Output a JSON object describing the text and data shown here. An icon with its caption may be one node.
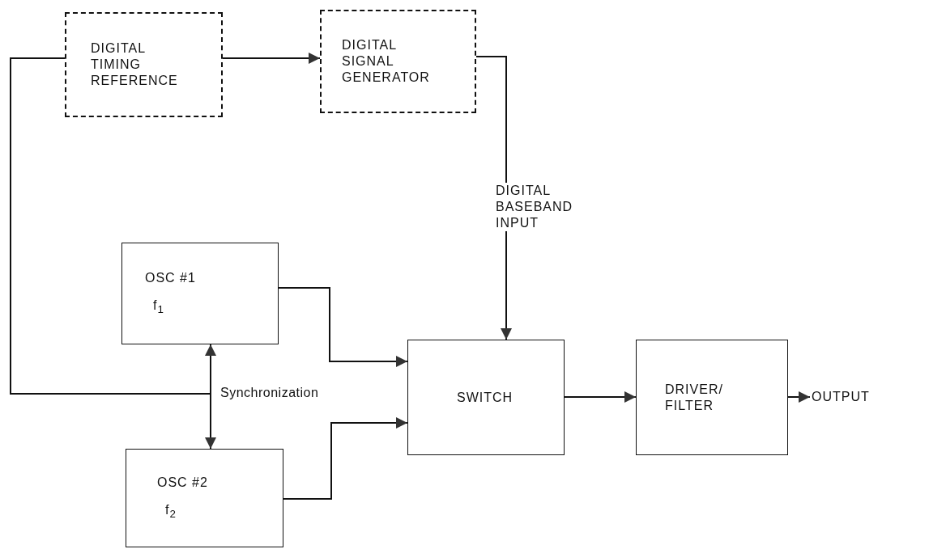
{
  "diagram": {
    "nodes": [
      {
        "text": [
          "DIGITAL TIMING REFERENCE"
        ]
      },
      {
        "text": [
          "DIGITAL SIGNAL GENERATOR"
        ]
      },
      {
        "text": [
          "OSC #1",
          "f$_{1}$"
        ]
      },
      {
        "text": [
          "OSC #2",
          "f$_{2}$"
        ]
      },
      {
        "text": [
          "SWITCH"
        ]
      },
      {
        "text": [
          "DRIVER/ FILTER"
        ]
      },
      {
        "text": [
          "OUTPUT"
        ]
      }
    ],
    "edges": [
      {
        "from": 0,
        "to": 1,
        "arrow": "to"
      },
      {
        "from": 1,
        "to": 4,
        "arrow": "to",
        "label": "DIGITAL BASEBAND INPUT"
      },
      {
        "from": 0,
        "to": 2,
        "arrow": "to"
      },
      {
        "from": 0,
        "to": 3,
        "arrow": "to"
      },
      {
        "from": 2,
        "to": 4,
        "arrow": "to"
      },
      {
        "from": 3,
        "to": 4,
        "arrow": "to"
      },
      {
        "from": 4,
        "to": 5,
        "arrow": "to"
      },
      {
        "from": 5,
        "to": 6,
        "arrow": "to"
      }
    ],
    "labels": [
      "Synchronization"
    ]
  }
}
